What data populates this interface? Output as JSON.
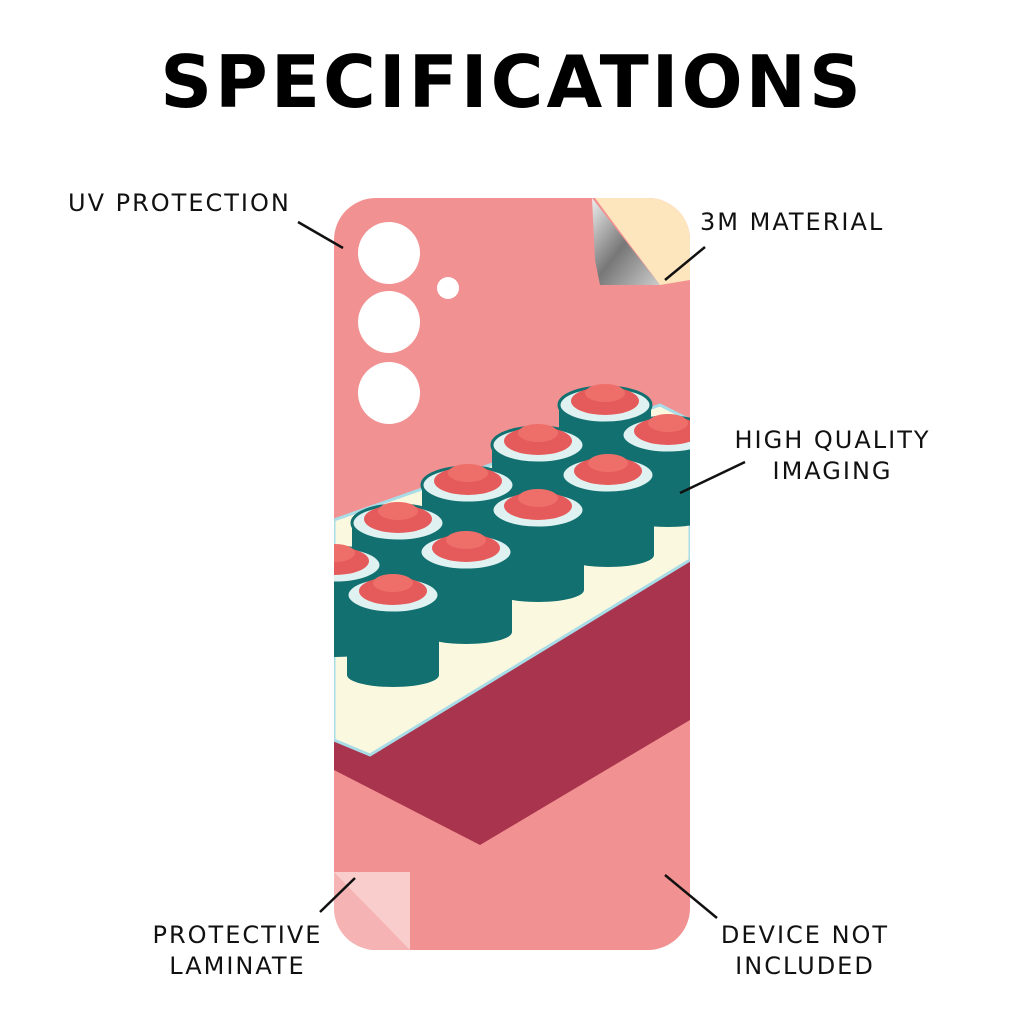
{
  "title": "SPECIFICATIONS",
  "labels": {
    "uv": "UV PROTECTION",
    "material": "3M MATERIAL",
    "imaging_1": "HIGH QUALITY",
    "imaging_2": "IMAGING",
    "laminate_1": "PROTECTIVE",
    "laminate_2": "LAMINATE",
    "device_1": "DEVICE NOT",
    "device_2": "INCLUDED"
  },
  "colors": {
    "skin": "#f29191",
    "tray": "#a8344e",
    "plate": "#fbf8e0",
    "roll": "#127070",
    "topping": "#e55a5a",
    "peel": "#fde5bd"
  }
}
